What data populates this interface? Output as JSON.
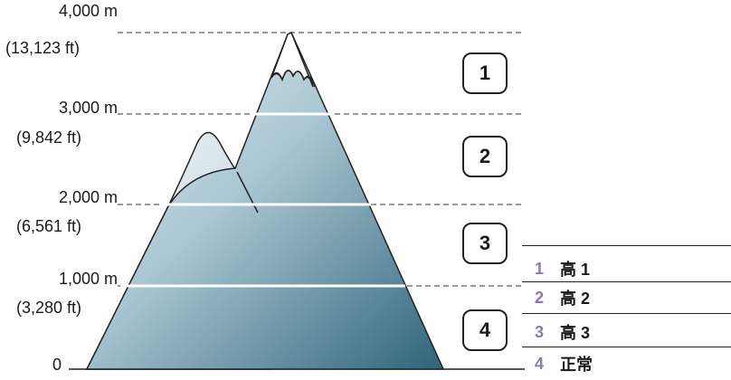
{
  "altitudes": [
    {
      "metric": "4,000 m",
      "imperial": "(13,123 ft)"
    },
    {
      "metric": "3,000 m",
      "imperial": "(9,842 ft)"
    },
    {
      "metric": "2,000 m",
      "imperial": "(6,561 ft)"
    },
    {
      "metric": "1,000 m",
      "imperial": "(3,280 ft)"
    }
  ],
  "baseline_label": "0",
  "zones": [
    {
      "number": "1"
    },
    {
      "number": "2"
    },
    {
      "number": "3"
    },
    {
      "number": "4"
    }
  ],
  "legend": [
    {
      "number": "1",
      "label": "高 1"
    },
    {
      "number": "2",
      "label": "高 2"
    },
    {
      "number": "3",
      "label": "高 3"
    },
    {
      "number": "4",
      "label": "正常"
    }
  ],
  "colors": {
    "mountain_light": "#eaf1f4",
    "mountain_dark": "#3c6e82",
    "legend_number": "#8a78b6"
  }
}
